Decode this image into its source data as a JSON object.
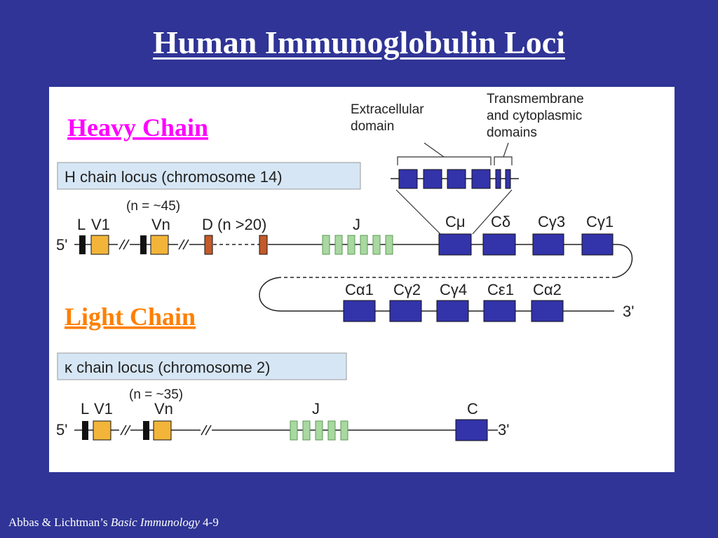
{
  "title": "Human Immunoglobulin Loci",
  "headings": {
    "heavy": "Heavy Chain",
    "light": "Light Chain"
  },
  "colors": {
    "background": "#2f3496",
    "heavy_heading": "#ff00ff",
    "light_heading": "#ff7f00",
    "v_segment": "#f2b53a",
    "d_segment": "#c45a2a",
    "j_segment": "#a9d8a0",
    "c_segment": "#3333aa",
    "leader": "#111111",
    "locus_box": "#d6e6f5"
  },
  "annotations": {
    "extracellular": [
      "Extracellular",
      "domain"
    ],
    "transmembrane": [
      "Transmembrane",
      "and cytoplasmic",
      "domains"
    ]
  },
  "heavy": {
    "locus": "H chain locus (chromosome 14)",
    "n_note": "(n = ~45)",
    "five_prime": "5'",
    "three_prime": "3'",
    "L": "L",
    "V1": "V1",
    "Vn": "Vn",
    "D": "D (n >20)",
    "J": "J",
    "c_row1": [
      "Cμ",
      "Cδ",
      "Cγ3",
      "Cγ1"
    ],
    "c_row2": [
      "Cα1",
      "Cγ2",
      "Cγ4",
      "Cε1",
      "Cα2"
    ]
  },
  "kappa": {
    "locus": "κ chain locus (chromosome 2)",
    "n_note": "(n = ~35)",
    "five_prime": "5'",
    "three_prime": "3'",
    "L": "L",
    "V1": "V1",
    "Vn": "Vn",
    "J": "J",
    "C": "C"
  },
  "footer": {
    "authors": "Abbas & Lichtman’s",
    "book": "Basic Immunology",
    "figure": "4-9"
  }
}
